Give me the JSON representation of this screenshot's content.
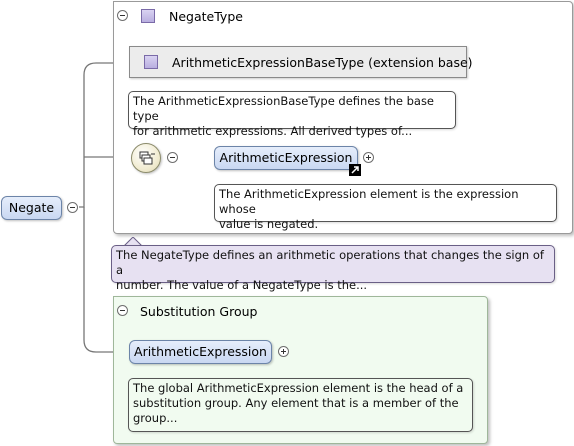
{
  "root_element": {
    "label": "Negate"
  },
  "negate_type": {
    "title": "NegateType",
    "extension_base": {
      "label": "ArithmeticExpressionBaseType (extension base)"
    },
    "extension_doc": [
      "The ArithmeticExpressionBaseType defines the base type",
      "for arithmetic expressions. All derived types of..."
    ],
    "sequence_icon": "sequence-compositor-icon",
    "child_element": {
      "label": "ArithmeticExpression"
    },
    "child_doc": [
      "The ArithmeticExpression element is the expression whose",
      "value is negated."
    ]
  },
  "type_doc": [
    "The NegateType defines an arithmetic operations that changes the sign of a",
    "number. The value of a NegateType is the..."
  ],
  "substitution_group": {
    "title": "Substitution Group",
    "head_element": {
      "label": "ArithmeticExpression"
    },
    "head_doc": [
      "The global ArithmeticExpression element is the head of a",
      "substitution group. Any element that is a member of the",
      "group..."
    ]
  },
  "colors": {
    "element_fill": "#c9d8f2",
    "element_border": "#6c84a8",
    "type_doc_fill": "#e7e1f2",
    "substitution_fill": "#f1fbf0",
    "sequence_fill": "#f1ecd2"
  }
}
